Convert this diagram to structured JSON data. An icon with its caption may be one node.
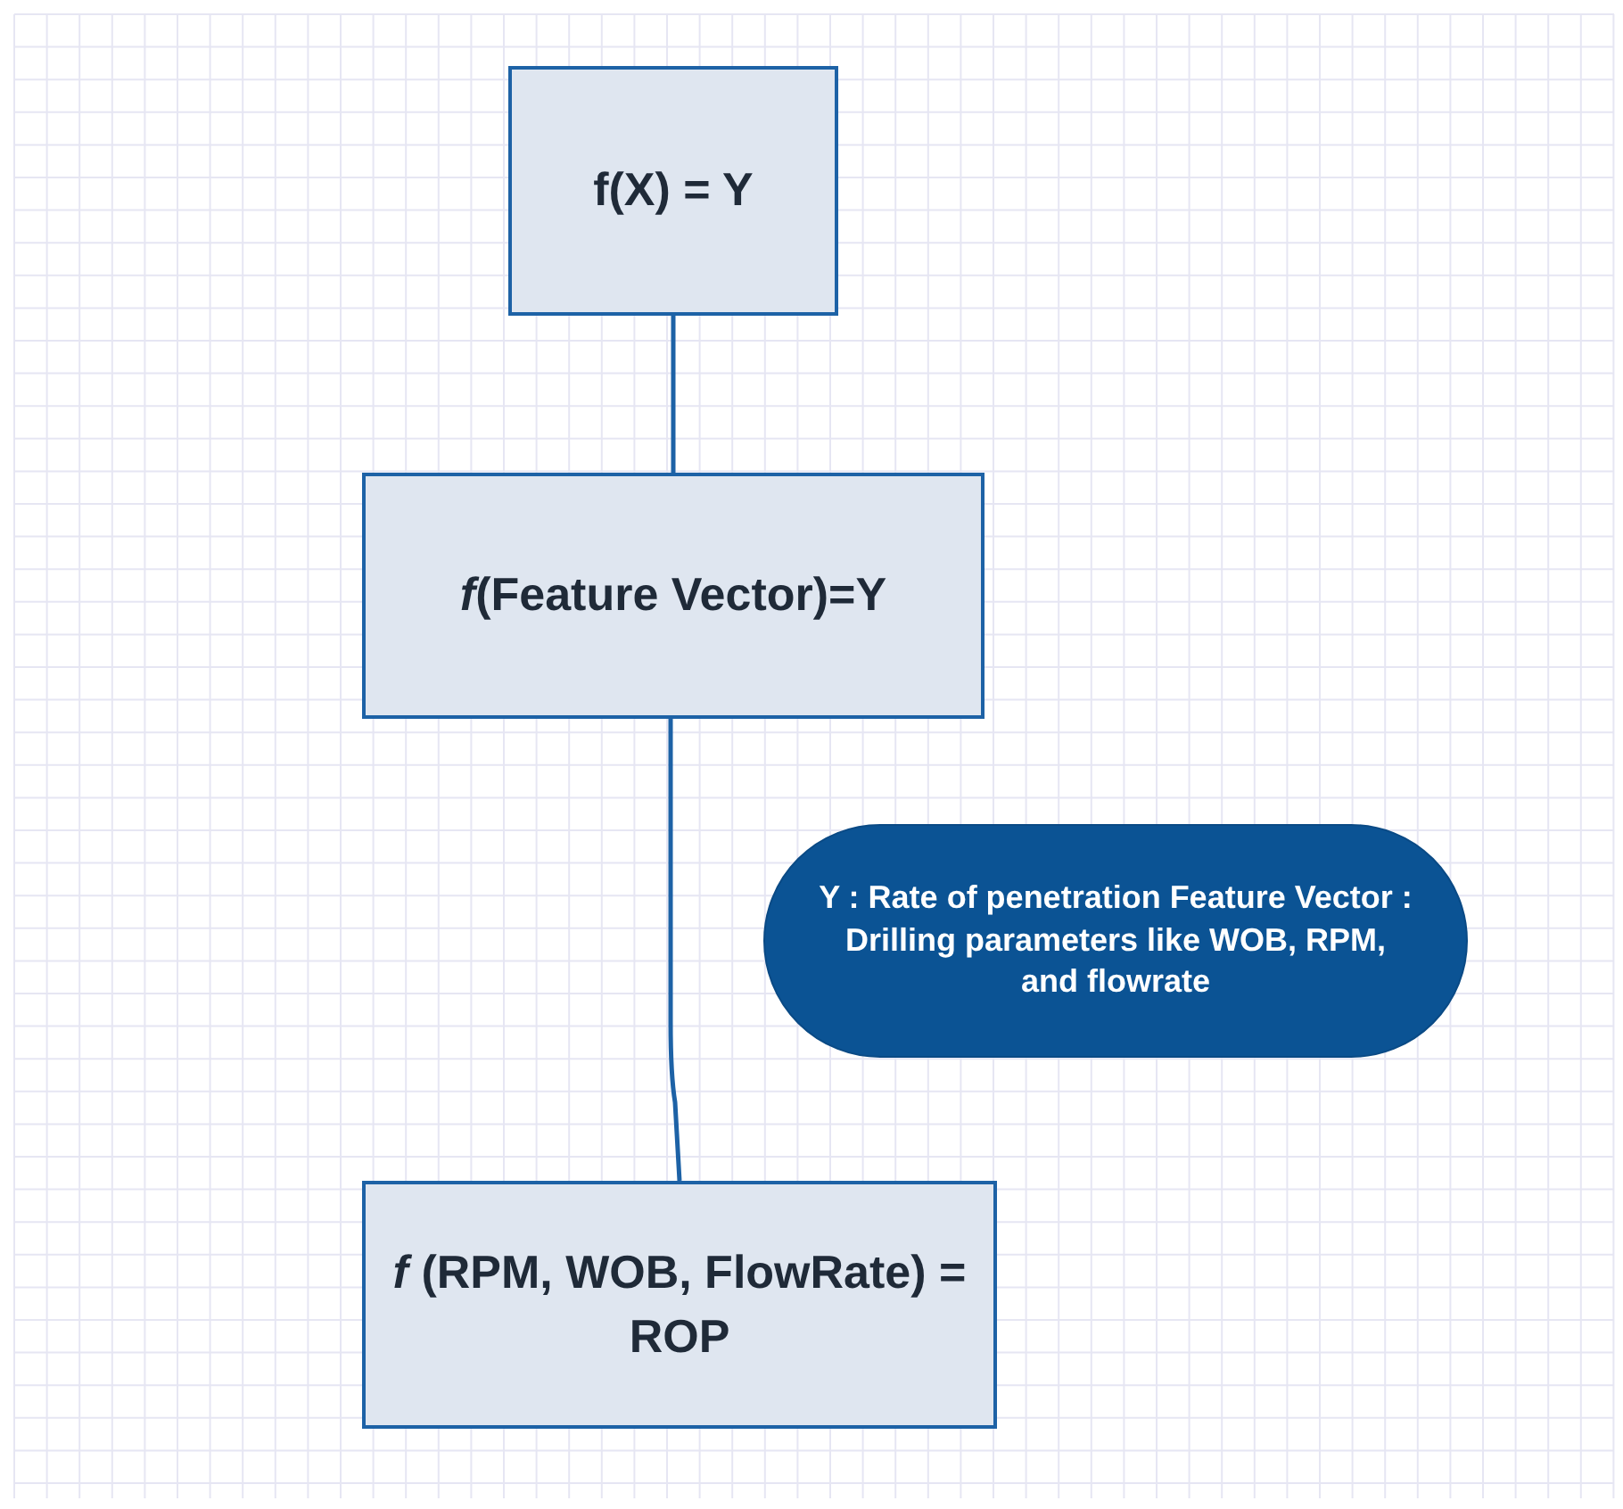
{
  "diagram": {
    "nodes": [
      {
        "text": [
          "f(X) = Y"
        ]
      },
      {
        "text": [
          "*f*(Feature Vector)=Y"
        ]
      },
      {
        "text": [
          "Y : Rate of penetration Feature Vector : Drilling parameters like WOB, RPM, and flowrate"
        ]
      },
      {
        "text": [
          "*f* (RPM, WOB, FlowRate) = ROP"
        ]
      }
    ],
    "edges": [
      {
        "from": 0,
        "to": 1,
        "arrow": "none"
      },
      {
        "from": 1,
        "to": 3,
        "arrow": "none"
      }
    ]
  }
}
